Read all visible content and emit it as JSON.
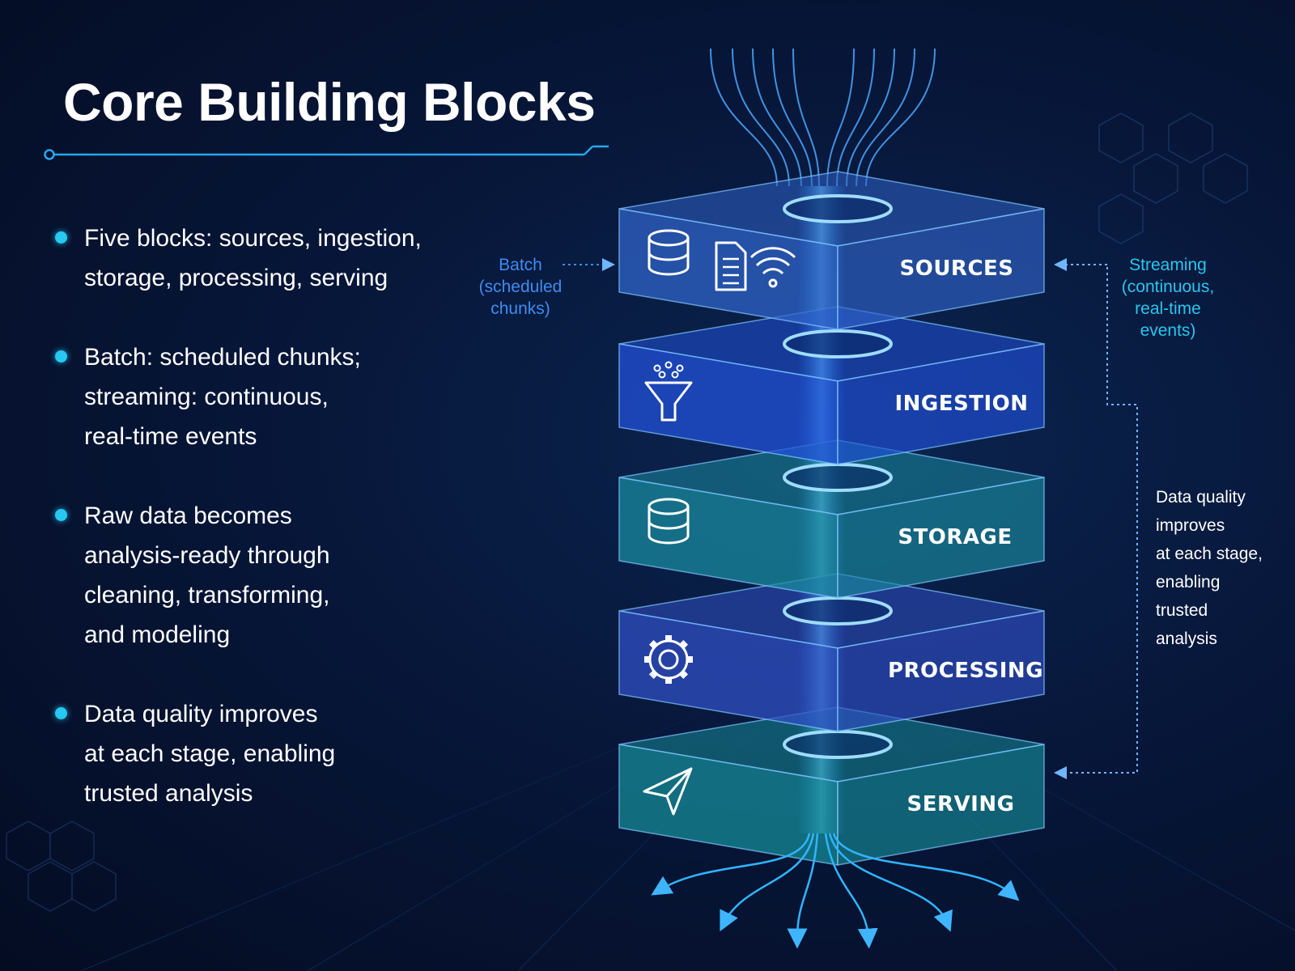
{
  "title": "Core Building Blocks",
  "bullets": [
    {
      "lines": [
        "Five blocks: sources, ingestion,",
        "storage, processing, serving"
      ]
    },
    {
      "lines": [
        "Batch: scheduled chunks;",
        "streaming: continuous,",
        "real-time events"
      ]
    },
    {
      "lines": [
        "Raw data becomes",
        "analysis-ready through",
        "cleaning, transforming,",
        "and modeling"
      ]
    },
    {
      "lines": [
        "Data quality improves",
        "at each stage, enabling",
        "trusted analysis"
      ]
    }
  ],
  "layers": [
    {
      "label": "SOURCES",
      "icon": "database-icon",
      "color": "#2f63c8"
    },
    {
      "label": "INGESTION",
      "icon": "funnel-icon",
      "color": "#2150d8"
    },
    {
      "label": "STORAGE",
      "icon": "database-icon",
      "color": "#1a8a9e"
    },
    {
      "label": "PROCESSING",
      "icon": "gear-icon",
      "color": "#2f4fc4"
    },
    {
      "label": "SERVING",
      "icon": "paper-plane-icon",
      "color": "#168b97"
    }
  ],
  "annotations": {
    "batch": [
      "Batch",
      "(scheduled",
      "chunks)"
    ],
    "streaming": [
      "Streaming",
      "(continuous,",
      "real-time",
      "events)"
    ],
    "quality": [
      "Data quality",
      "improves",
      "at each stage,",
      "enabling",
      "trusted",
      "analysis"
    ]
  },
  "colors": {
    "accent_cyan": "#27c8f2",
    "batch_blue": "#3d8cf0",
    "background": "#061433"
  }
}
